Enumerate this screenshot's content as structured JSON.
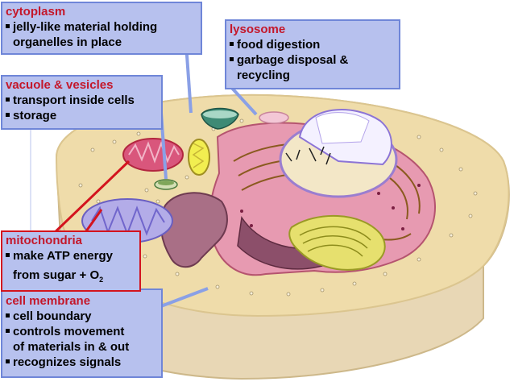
{
  "labels": {
    "cytoplasm": {
      "title": "cytoplasm",
      "lines": [
        "jelly-like material holding",
        "organelles in place"
      ]
    },
    "lysosome": {
      "title": "lysosome",
      "lines": [
        "food digestion",
        "garbage disposal &",
        "recycling"
      ]
    },
    "vacuole": {
      "title": "vacuole & vesicles",
      "lines": [
        "transport inside cells",
        "storage"
      ]
    },
    "mitochondria": {
      "title": "mitochondria",
      "lines": [
        "make ATP energy",
        "from sugar + O",
        "2"
      ]
    },
    "membrane": {
      "title": "cell membrane",
      "lines": [
        "cell boundary",
        "controls movement",
        "of materials in & out",
        "recognizes signals"
      ]
    }
  },
  "colors": {
    "box_fill": "#b7c1ee",
    "box_border": "#6f86d8",
    "title_red": "#c4172a",
    "pointer_blue": "#8aa0e6",
    "pointer_red": "#d3141e",
    "cell_body": "#efdcaa",
    "cell_edge": "#dbc58f"
  }
}
